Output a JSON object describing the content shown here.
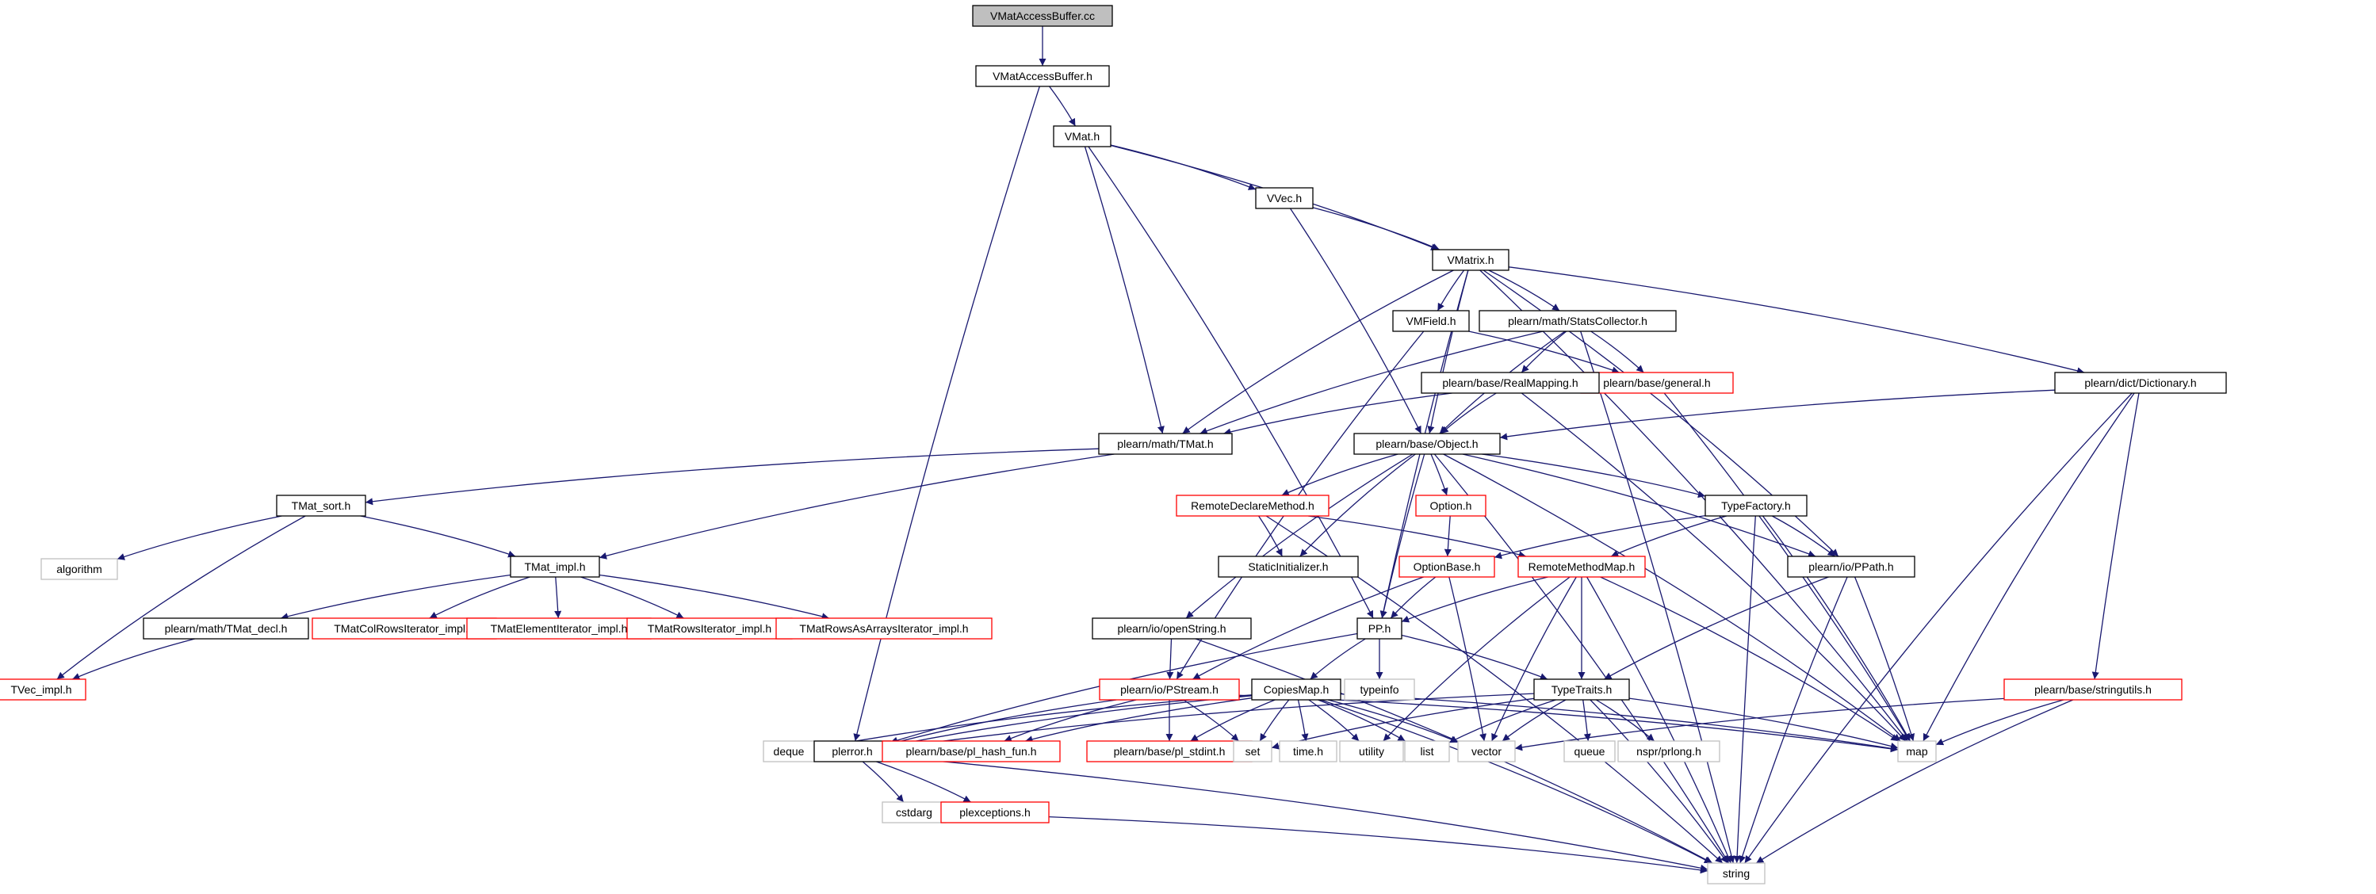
{
  "diagram": {
    "title": "VMatAccessBuffer.cc",
    "colors": {
      "edge": "#191970",
      "root_fill": "#bfbfbf",
      "border_default": "#000000",
      "border_truncated": "#ff0000",
      "border_external": "#bfbfbf",
      "node_fill": "#ffffff"
    },
    "nodes": [
      {
        "id": "root",
        "label": "VMatAccessBuffer.cc",
        "kind": "root"
      },
      {
        "id": "vmatbuf",
        "label": "VMatAccessBuffer.h",
        "kind": "file"
      },
      {
        "id": "vmat",
        "label": "VMat.h",
        "kind": "file"
      },
      {
        "id": "vvec",
        "label": "VVec.h",
        "kind": "file"
      },
      {
        "id": "vmatrix",
        "label": "VMatrix.h",
        "kind": "file"
      },
      {
        "id": "vmfield",
        "label": "VMField.h",
        "kind": "file"
      },
      {
        "id": "stats",
        "label": "plearn/math/StatsCollector.h",
        "kind": "file"
      },
      {
        "id": "dict",
        "label": "plearn/dict/Dictionary.h",
        "kind": "file"
      },
      {
        "id": "general",
        "label": "plearn/base/general.h",
        "kind": "truncated"
      },
      {
        "id": "realmap",
        "label": "plearn/base/RealMapping.h",
        "kind": "file"
      },
      {
        "id": "tmath",
        "label": "plearn/math/TMat.h",
        "kind": "file"
      },
      {
        "id": "object",
        "label": "plearn/base/Object.h",
        "kind": "file"
      },
      {
        "id": "tmatsort",
        "label": "TMat_sort.h",
        "kind": "file"
      },
      {
        "id": "algorithm",
        "label": "algorithm",
        "kind": "external"
      },
      {
        "id": "remotedecl",
        "label": "RemoteDeclareMethod.h",
        "kind": "truncated"
      },
      {
        "id": "option",
        "label": "Option.h",
        "kind": "truncated"
      },
      {
        "id": "typefactory",
        "label": "TypeFactory.h",
        "kind": "file"
      },
      {
        "id": "staticinit",
        "label": "StaticInitializer.h",
        "kind": "file"
      },
      {
        "id": "tmatimpl",
        "label": "TMat_impl.h",
        "kind": "file"
      },
      {
        "id": "optionbase",
        "label": "OptionBase.h",
        "kind": "truncated"
      },
      {
        "id": "remotemethodmap",
        "label": "RemoteMethodMap.h",
        "kind": "truncated"
      },
      {
        "id": "ppath",
        "label": "plearn/io/PPath.h",
        "kind": "file"
      },
      {
        "id": "tmatdecl",
        "label": "plearn/math/TMat_decl.h",
        "kind": "file"
      },
      {
        "id": "colrows",
        "label": "TMatColRowsIterator_impl.h",
        "kind": "truncated"
      },
      {
        "id": "elemiter",
        "label": "TMatElementIterator_impl.h",
        "kind": "truncated"
      },
      {
        "id": "rowsiter",
        "label": "TMatRowsIterator_impl.h",
        "kind": "truncated"
      },
      {
        "id": "rowsarrays",
        "label": "TMatRowsAsArraysIterator_impl.h",
        "kind": "truncated"
      },
      {
        "id": "openstring",
        "label": "plearn/io/openString.h",
        "kind": "file"
      },
      {
        "id": "pph",
        "label": "PP.h",
        "kind": "file"
      },
      {
        "id": "tvecimpl",
        "label": "TVec_impl.h",
        "kind": "truncated"
      },
      {
        "id": "typeinfo",
        "label": "typeinfo",
        "kind": "external"
      },
      {
        "id": "pstream",
        "label": "plearn/io/PStream.h",
        "kind": "truncated"
      },
      {
        "id": "copiesmap",
        "label": "CopiesMap.h",
        "kind": "file"
      },
      {
        "id": "typetraits",
        "label": "TypeTraits.h",
        "kind": "file"
      },
      {
        "id": "stringutils",
        "label": "plearn/base/stringutils.h",
        "kind": "truncated"
      },
      {
        "id": "deque",
        "label": "deque",
        "kind": "external"
      },
      {
        "id": "plerror",
        "label": "plerror.h",
        "kind": "file"
      },
      {
        "id": "plhash",
        "label": "plearn/base/pl_hash_fun.h",
        "kind": "truncated"
      },
      {
        "id": "plstdint",
        "label": "plearn/base/pl_stdint.h",
        "kind": "truncated"
      },
      {
        "id": "set",
        "label": "set",
        "kind": "external"
      },
      {
        "id": "timeh",
        "label": "time.h",
        "kind": "external"
      },
      {
        "id": "utility",
        "label": "utility",
        "kind": "external"
      },
      {
        "id": "list",
        "label": "list",
        "kind": "external"
      },
      {
        "id": "vector",
        "label": "vector",
        "kind": "external"
      },
      {
        "id": "queue",
        "label": "queue",
        "kind": "external"
      },
      {
        "id": "nsprlong",
        "label": "nspr/prlong.h",
        "kind": "external"
      },
      {
        "id": "map",
        "label": "map",
        "kind": "external"
      },
      {
        "id": "cstdarg",
        "label": "cstdarg",
        "kind": "external"
      },
      {
        "id": "plexceptions",
        "label": "plexceptions.h",
        "kind": "truncated"
      },
      {
        "id": "string",
        "label": "string",
        "kind": "external"
      }
    ],
    "edges": [
      [
        "root",
        "vmatbuf"
      ],
      [
        "vmatbuf",
        "vmat"
      ],
      [
        "vmatbuf",
        "plerror"
      ],
      [
        "vmat",
        "vvec"
      ],
      [
        "vmat",
        "vmatrix"
      ],
      [
        "vmat",
        "tmath"
      ],
      [
        "vmat",
        "pph"
      ],
      [
        "vvec",
        "vmatrix"
      ],
      [
        "vvec",
        "object"
      ],
      [
        "vmatrix",
        "vmfield"
      ],
      [
        "vmatrix",
        "stats"
      ],
      [
        "vmatrix",
        "dict"
      ],
      [
        "vmatrix",
        "object"
      ],
      [
        "vmatrix",
        "tmath"
      ],
      [
        "vmatrix",
        "pph"
      ],
      [
        "vmatrix",
        "ppath"
      ],
      [
        "vmatrix",
        "map"
      ],
      [
        "vmfield",
        "general"
      ],
      [
        "vmfield",
        "pstream"
      ],
      [
        "stats",
        "realmap"
      ],
      [
        "stats",
        "general"
      ],
      [
        "stats",
        "tmath"
      ],
      [
        "stats",
        "object"
      ],
      [
        "stats",
        "string"
      ],
      [
        "dict",
        "object"
      ],
      [
        "dict",
        "stringutils"
      ],
      [
        "dict",
        "map"
      ],
      [
        "dict",
        "string"
      ],
      [
        "general",
        "map"
      ],
      [
        "realmap",
        "tmath"
      ],
      [
        "realmap",
        "object"
      ],
      [
        "realmap",
        "map"
      ],
      [
        "tmath",
        "tmatsort"
      ],
      [
        "tmath",
        "tmatimpl"
      ],
      [
        "object",
        "remotedecl"
      ],
      [
        "object",
        "option"
      ],
      [
        "object",
        "typefactory"
      ],
      [
        "object",
        "staticinit"
      ],
      [
        "object",
        "pph"
      ],
      [
        "object",
        "openstring"
      ],
      [
        "object",
        "ppath"
      ],
      [
        "object",
        "map"
      ],
      [
        "object",
        "string"
      ],
      [
        "tmatsort",
        "algorithm"
      ],
      [
        "tmatsort",
        "tmatimpl"
      ],
      [
        "tmatsort",
        "tvecimpl"
      ],
      [
        "remotedecl",
        "staticinit"
      ],
      [
        "remotedecl",
        "remotemethodmap"
      ],
      [
        "remotedecl",
        "string"
      ],
      [
        "option",
        "optionbase"
      ],
      [
        "typefactory",
        "optionbase"
      ],
      [
        "typefactory",
        "remotemethodmap"
      ],
      [
        "typefactory",
        "ppath"
      ],
      [
        "typefactory",
        "map"
      ],
      [
        "typefactory",
        "string"
      ],
      [
        "tmatimpl",
        "tmatdecl"
      ],
      [
        "tmatimpl",
        "colrows"
      ],
      [
        "tmatimpl",
        "elemiter"
      ],
      [
        "tmatimpl",
        "rowsiter"
      ],
      [
        "tmatimpl",
        "rowsarrays"
      ],
      [
        "optionbase",
        "pph"
      ],
      [
        "optionbase",
        "pstream"
      ],
      [
        "optionbase",
        "vector"
      ],
      [
        "remotemethodmap",
        "pph"
      ],
      [
        "remotemethodmap",
        "typetraits"
      ],
      [
        "remotemethodmap",
        "utility"
      ],
      [
        "remotemethodmap",
        "vector"
      ],
      [
        "remotemethodmap",
        "map"
      ],
      [
        "remotemethodmap",
        "string"
      ],
      [
        "ppath",
        "typetraits"
      ],
      [
        "ppath",
        "map"
      ],
      [
        "ppath",
        "string"
      ],
      [
        "tmatdecl",
        "tvecimpl"
      ],
      [
        "openstring",
        "pstream"
      ],
      [
        "openstring",
        "string"
      ],
      [
        "pph",
        "typeinfo"
      ],
      [
        "pph",
        "copiesmap"
      ],
      [
        "pph",
        "typetraits"
      ],
      [
        "pph",
        "plerror"
      ],
      [
        "pstream",
        "plerror"
      ],
      [
        "pstream",
        "plhash"
      ],
      [
        "pstream",
        "plstdint"
      ],
      [
        "pstream",
        "set"
      ],
      [
        "pstream",
        "map"
      ],
      [
        "copiesmap",
        "deque"
      ],
      [
        "copiesmap",
        "plerror"
      ],
      [
        "copiesmap",
        "plhash"
      ],
      [
        "copiesmap",
        "plstdint"
      ],
      [
        "copiesmap",
        "set"
      ],
      [
        "copiesmap",
        "timeh"
      ],
      [
        "copiesmap",
        "utility"
      ],
      [
        "copiesmap",
        "list"
      ],
      [
        "copiesmap",
        "vector"
      ],
      [
        "copiesmap",
        "map"
      ],
      [
        "copiesmap",
        "string"
      ],
      [
        "typetraits",
        "set"
      ],
      [
        "typetraits",
        "list"
      ],
      [
        "typetraits",
        "vector"
      ],
      [
        "typetraits",
        "queue"
      ],
      [
        "typetraits",
        "nsprlong"
      ],
      [
        "typetraits",
        "map"
      ],
      [
        "typetraits",
        "string"
      ],
      [
        "typetraits",
        "plerror"
      ],
      [
        "stringutils",
        "vector"
      ],
      [
        "stringutils",
        "map"
      ],
      [
        "stringutils",
        "string"
      ],
      [
        "plerror",
        "cstdarg"
      ],
      [
        "plerror",
        "plexceptions"
      ],
      [
        "plerror",
        "string"
      ],
      [
        "plexceptions",
        "string"
      ]
    ]
  }
}
